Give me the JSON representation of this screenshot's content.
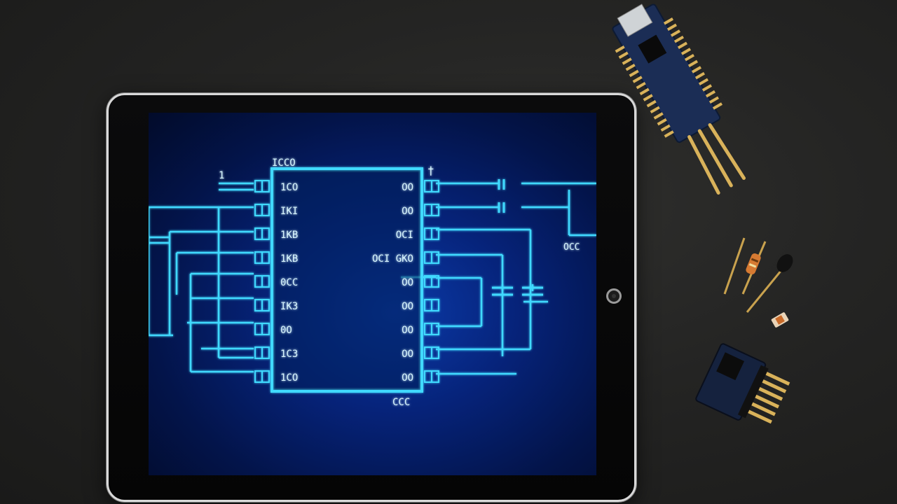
{
  "schematic": {
    "chip_label": "ICCO",
    "left_pins": [
      "1CO",
      "IKI",
      "1KB",
      "1KB",
      "0CC",
      "IK3",
      "0O",
      "1C3",
      "1CO"
    ],
    "right_pins": [
      "OO",
      "OO",
      "OCI",
      "OCI GKO",
      "OO",
      "OO",
      "OO",
      "OO",
      "OO"
    ],
    "top_left_mark": "1",
    "top_right_mark": "†",
    "bottom_label": "CCC",
    "right_label": "OCC"
  },
  "colors": {
    "trace": "#41d9ff",
    "screen_bg": "#06237a",
    "surface": "#242423",
    "pcb": "#1a2d52",
    "gold": "#d9b25a"
  }
}
